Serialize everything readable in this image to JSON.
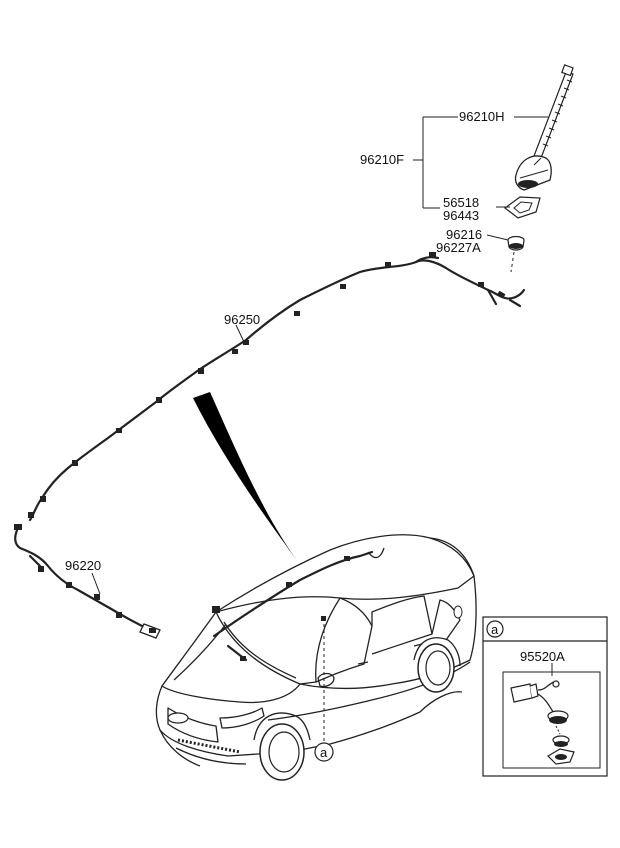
{
  "labels": {
    "antenna_assy": "96210F",
    "antenna_pole": "96210H",
    "pad_1": "56518",
    "pad_2": "96443",
    "nut": "96216",
    "seal": "96227A",
    "roof_cable": "96250",
    "feeder_cable": "96220",
    "ref_marker": "a",
    "detail_marker": "a",
    "detail_part": "95520A"
  },
  "colors": {
    "ink": "#222222",
    "background": "#ffffff"
  }
}
